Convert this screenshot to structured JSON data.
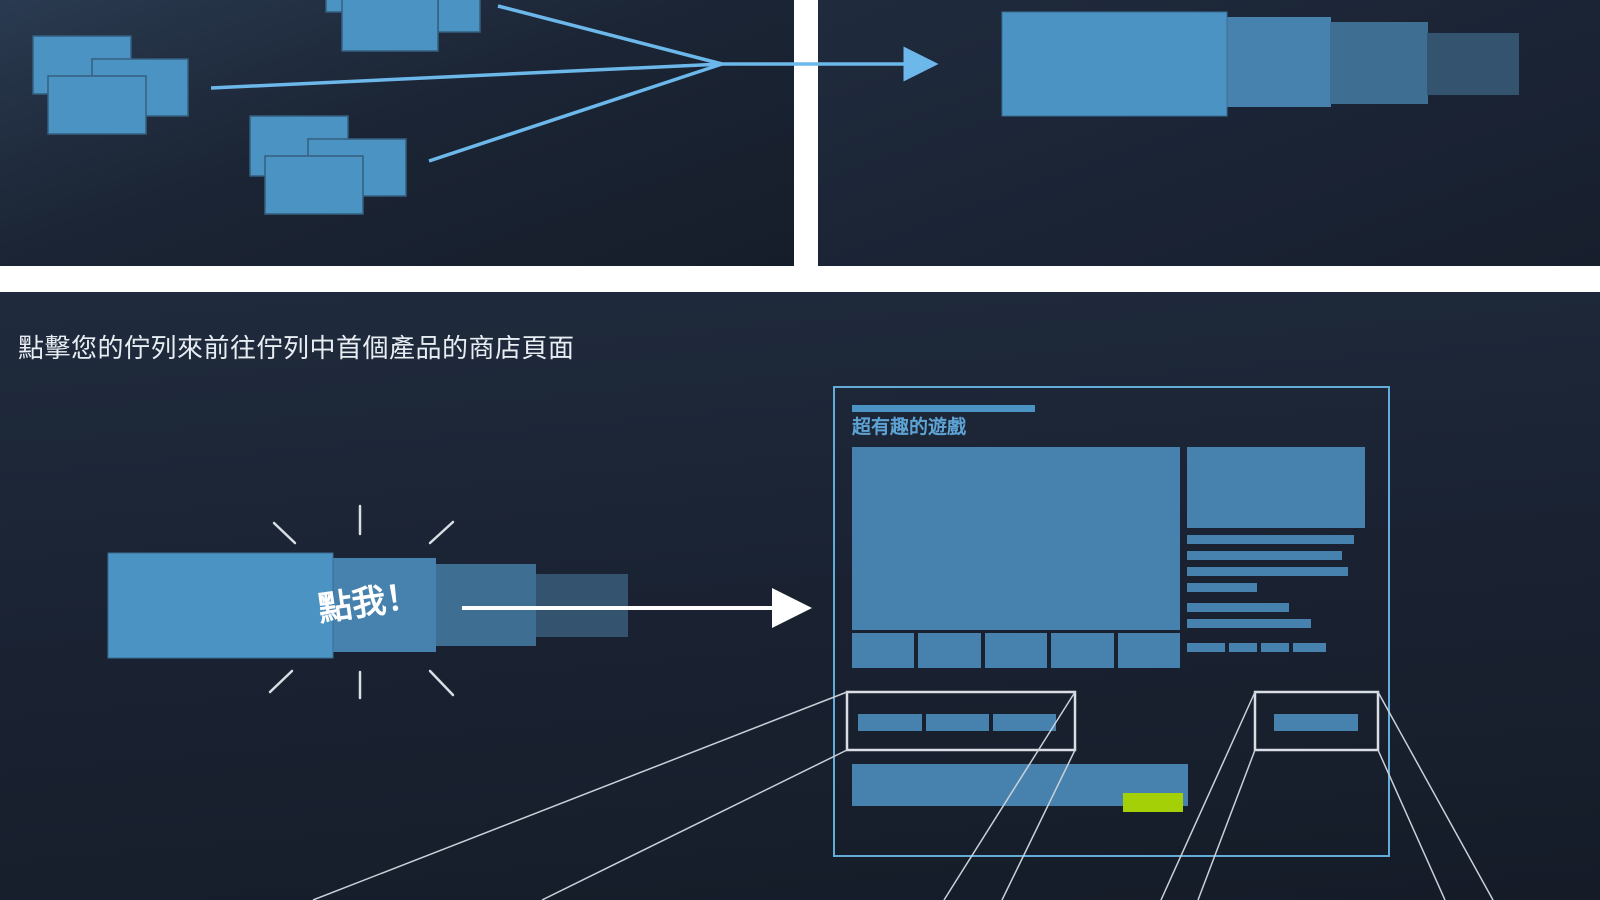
{
  "instruction_text": "點擊您的佇列來前往佇列中首個產品的商店頁面",
  "click_label": "點我！",
  "store_page": {
    "game_title": "超有趣的遊戲"
  },
  "colors": {
    "tile_primary": "#4b93c2",
    "tile_mid": "#4682ad",
    "tile_dark": "#3e6f93",
    "tile_darker": "#33536f",
    "arrow_blue": "#6cb8ea",
    "frame_blue": "#63abd8",
    "outline_white": "#d9dee4",
    "purchase_green": "#a4d007",
    "background_dark": "#1b2535"
  },
  "icons": {
    "arrow": "arrow-right-icon",
    "burst": "click-burst-icon"
  }
}
